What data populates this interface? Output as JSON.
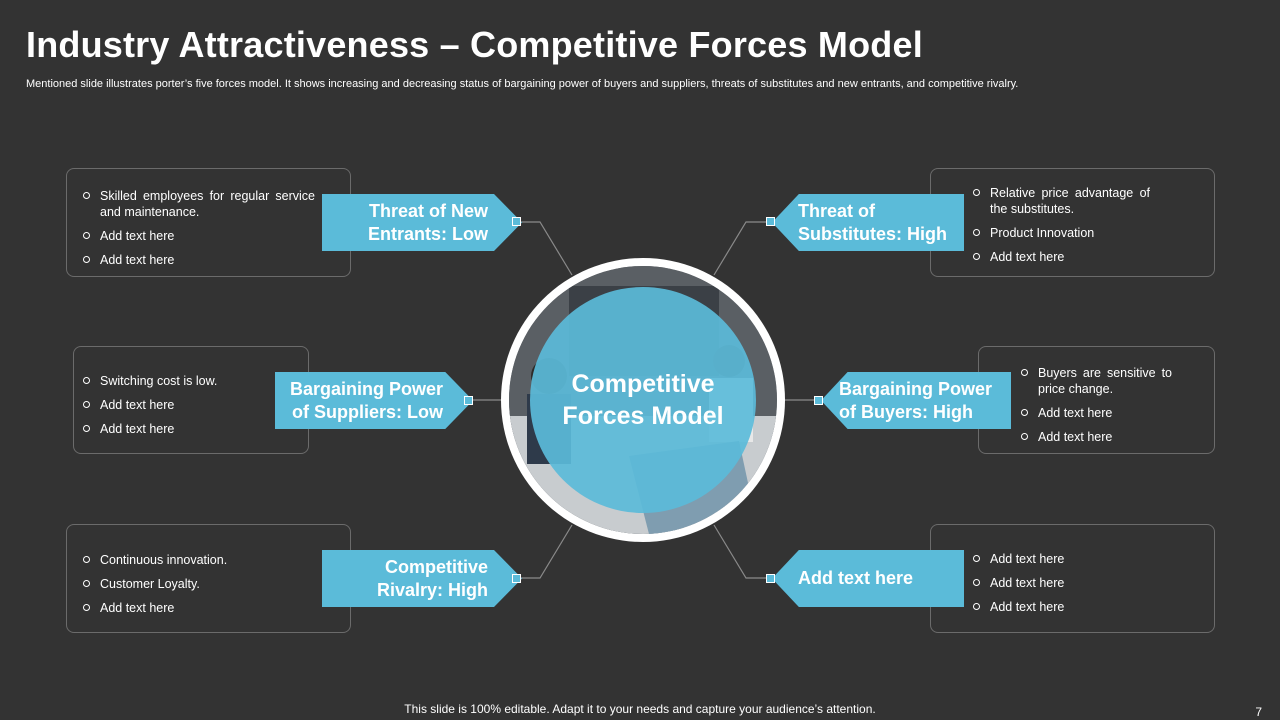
{
  "slide": {
    "title": "Industry Attractiveness – Competitive Forces Model",
    "subtitle": "Mentioned slide illustrates porter’s five forces model. It shows increasing and decreasing status of bargaining power of buyers and suppliers, threats of substitutes and new entrants, and competitive rivalry.",
    "footer": "This slide is 100% editable. Adapt it to your needs and capture your audience’s attention.",
    "page_number": "7"
  },
  "center": {
    "label": "Competitive\nForces Model"
  },
  "colors": {
    "accent": "#5bbbd9",
    "background": "#333333",
    "text": "#ffffff",
    "border": "#6b6b6b"
  },
  "forces": {
    "new_entrants": {
      "label": "Threat of New\nEntrants: Low",
      "bullets": [
        "Skilled employees for regular service and maintenance.",
        "Add text here",
        "Add text here"
      ]
    },
    "substitutes": {
      "label": "Threat of\nSubstitutes: High",
      "bullets": [
        "Relative price advantage of the substitutes.",
        "Product Innovation",
        "Add text here"
      ]
    },
    "suppliers": {
      "label": "Bargaining Power\nof Suppliers: Low",
      "bullets": [
        "Switching cost is low.",
        "Add text here",
        "Add text here"
      ]
    },
    "buyers": {
      "label": "Bargaining Power\nof Buyers: High",
      "bullets": [
        "Buyers are sensitive to price change.",
        "Add text here",
        "Add text here"
      ]
    },
    "rivalry": {
      "label": "Competitive\nRivalry: High",
      "bullets": [
        "Continuous innovation.",
        "Customer Loyalty.",
        "Add text here"
      ]
    },
    "extra": {
      "label": "Add text here",
      "bullets": [
        "Add text here",
        "Add text here",
        "Add text here"
      ]
    }
  }
}
